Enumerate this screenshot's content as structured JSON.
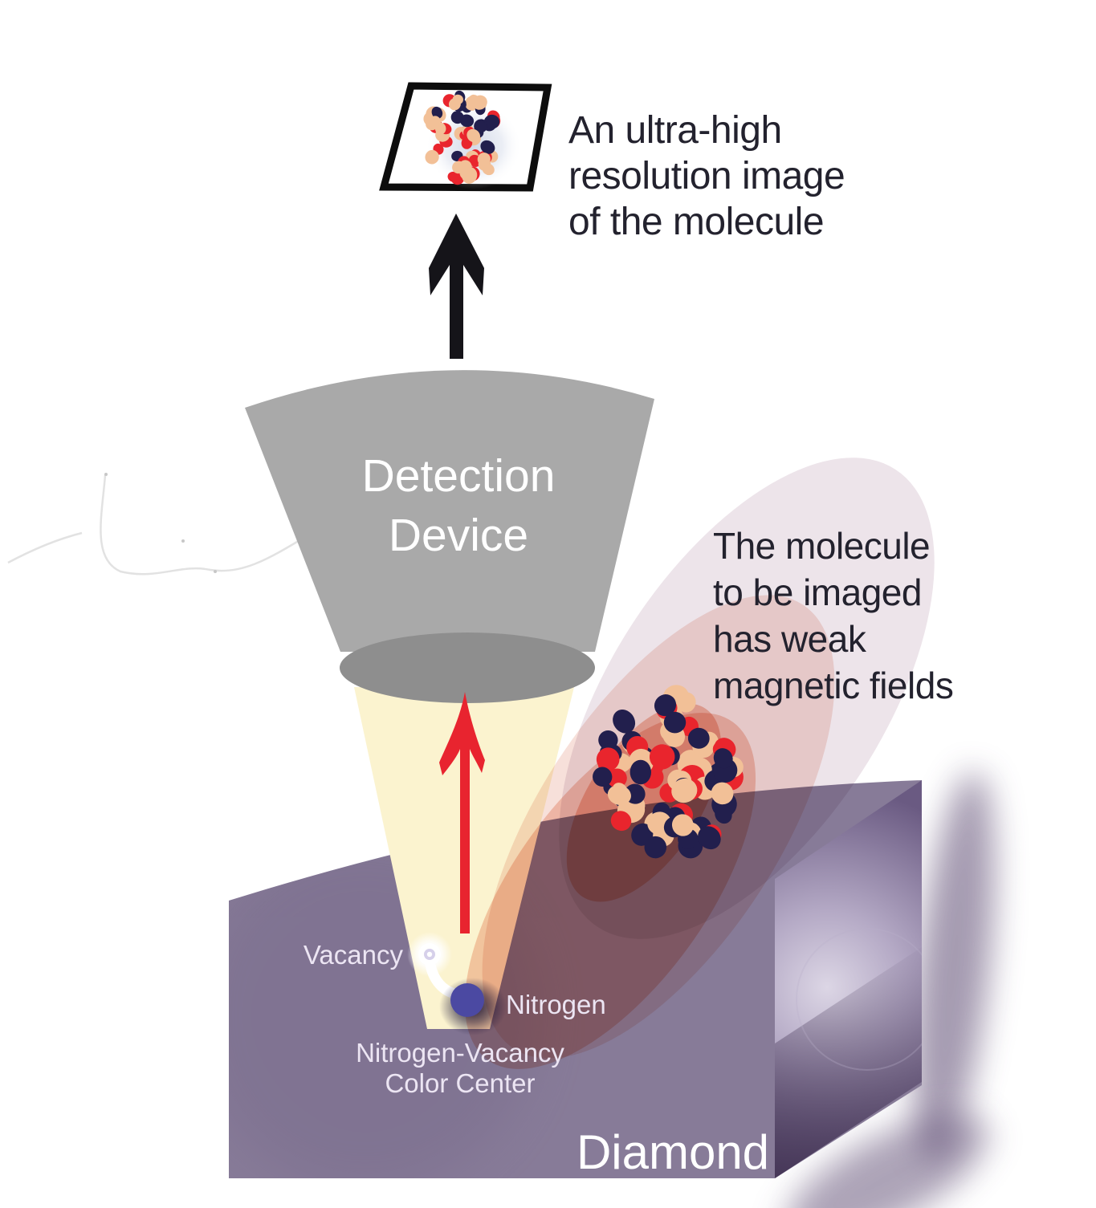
{
  "figure": {
    "caption_result": [
      "An ultra-high",
      "resolution image",
      "of the molecule"
    ],
    "caption_molecule": [
      "The molecule",
      "to be imaged",
      "has weak",
      "magnetic fields"
    ],
    "device_label": [
      "Detection",
      "Device"
    ],
    "vacancy_label": "Vacancy",
    "nitrogen_label": "Nitrogen",
    "nv_label": [
      "Nitrogen-Vacancy",
      "Color Center"
    ],
    "diamond_label": "Diamond"
  },
  "colors": {
    "text_dark": "#23222e",
    "text_light": "#ece5f3",
    "text_white": "#ffffff",
    "diamond_front": "#877b98",
    "cone_light": "#fbf3cf",
    "device_gray": "#a9a9a9",
    "device_gray_dark": "#8e8e8e",
    "arrow_red": "#e8242f",
    "arrow_black": "#151419",
    "molecule_red": "#e9252d",
    "molecule_navy": "#221f4d",
    "molecule_peach": "#f2c097",
    "nitrogen_ball": "#4b49a2",
    "field_pink_outer": "#ede4ea",
    "field_pink_mid": "#f7e0da",
    "field_pink_inner": "#f5cec1",
    "field_pink_core": "#f4c3b3"
  }
}
